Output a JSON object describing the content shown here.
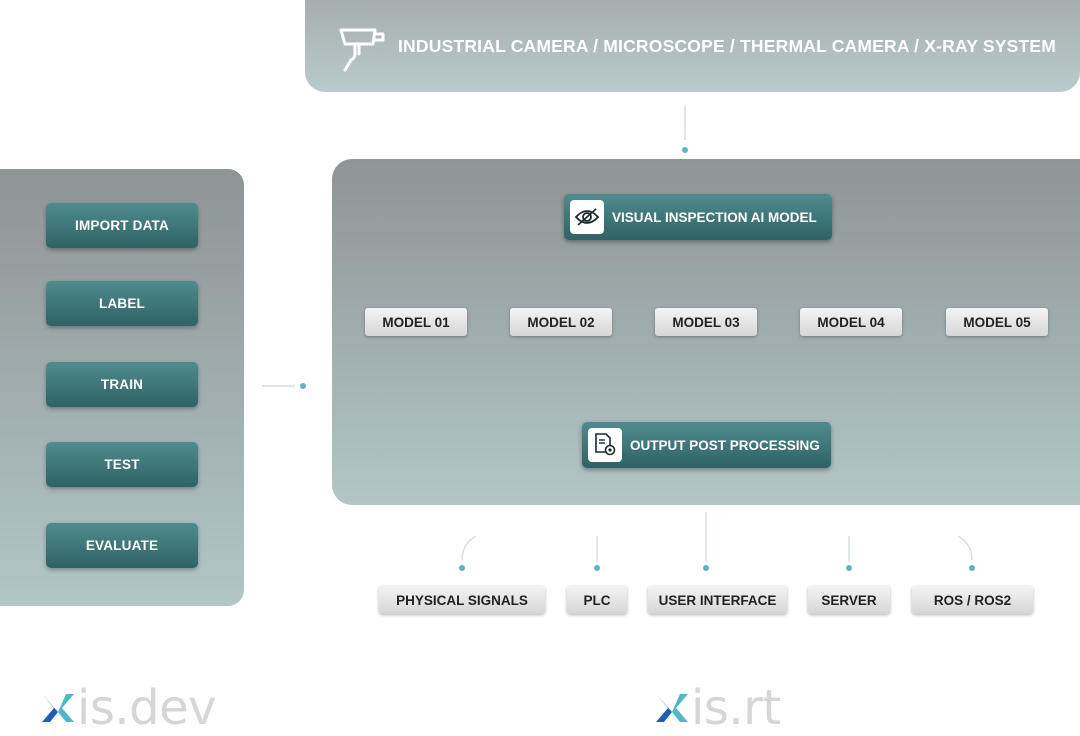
{
  "banner": {
    "title": "INDUSTRIAL CAMERA / MICROSCOPE / THERMAL CAMERA / X-RAY SYSTEM",
    "icon": "security-camera-icon"
  },
  "workflow": {
    "steps": [
      "IMPORT DATA",
      "LABEL",
      "TRAIN",
      "TEST",
      "EVALUATE"
    ]
  },
  "runtime": {
    "ai_model": {
      "label": "VISUAL INSPECTION AI MODEL",
      "icon": "eye-icon"
    },
    "models": [
      "MODEL 01",
      "MODEL 02",
      "MODEL 03",
      "MODEL 04",
      "MODEL 05"
    ],
    "post_processing": {
      "label": "OUTPUT POST PROCESSING",
      "icon": "document-gear-icon"
    }
  },
  "outputs": [
    "PHYSICAL SIGNALS",
    "PLC",
    "USER INTERFACE",
    "SERVER",
    "ROS / ROS2"
  ],
  "logos": {
    "dev": {
      "text": "is.dev"
    },
    "rt": {
      "text": "is.rt"
    }
  },
  "colors": {
    "accent": "#3d7679",
    "panel": "#9aa9aa",
    "connector_dot": "#5fb3c4",
    "logo_x_blue": "#1f5db8",
    "logo_x_teal": "#4fb7c7"
  }
}
